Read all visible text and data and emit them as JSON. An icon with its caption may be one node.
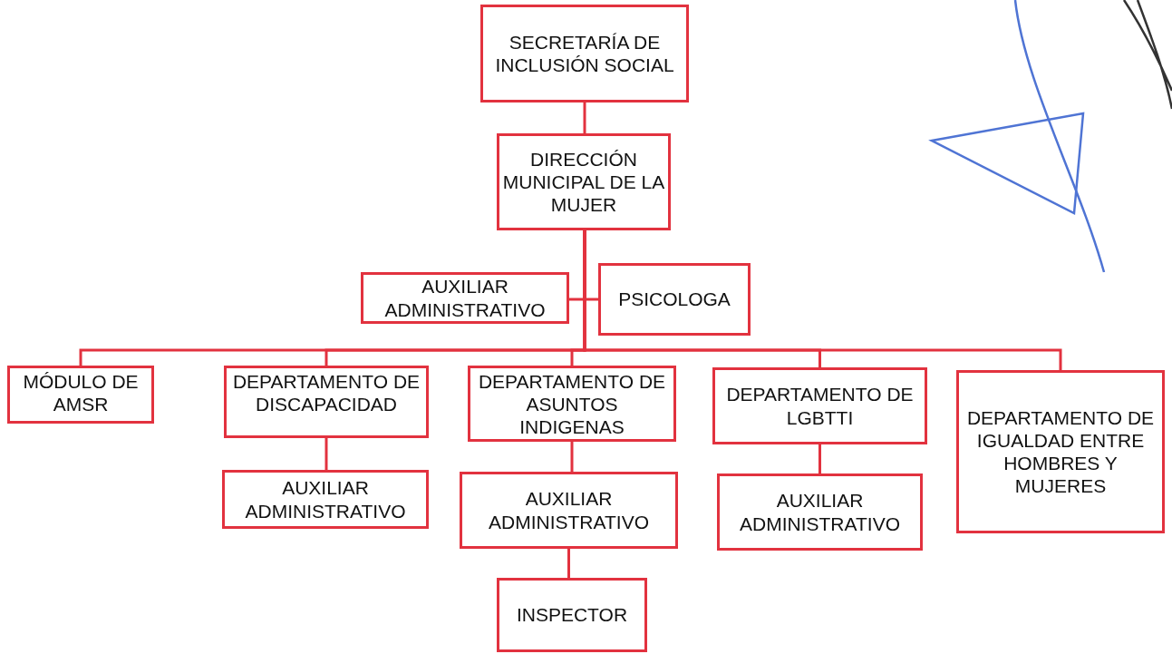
{
  "diagram": {
    "nodes": [
      {
        "text": [
          "SECRETARÍA DE INCLUSIÓN SOCIAL"
        ]
      },
      {
        "text": [
          "DIRECCIÓN MUNICIPAL DE LA MUJER"
        ]
      },
      {
        "text": [
          "AUXILIAR ADMINISTRATIVO"
        ]
      },
      {
        "text": [
          "PSICOLOGA"
        ]
      },
      {
        "text": [
          "MÓDULO DE AMSR"
        ]
      },
      {
        "text": [
          "DEPARTAMENTO DE DISCAPACIDAD"
        ]
      },
      {
        "text": [
          "DEPARTAMENTO DE ASUNTOS INDIGENAS"
        ]
      },
      {
        "text": [
          "DEPARTAMENTO DE LGBTTI"
        ]
      },
      {
        "text": [
          "DEPARTAMENTO DE IGUALDAD ENTRE HOMBRES Y MUJERES"
        ]
      },
      {
        "text": [
          "AUXILIAR ADMINISTRATIVO"
        ]
      },
      {
        "text": [
          "AUXILIAR ADMINISTRATIVO"
        ]
      },
      {
        "text": [
          "AUXILIAR ADMINISTRATIVO"
        ]
      },
      {
        "text": [
          "INSPECTOR"
        ]
      }
    ],
    "edges": [
      {
        "from": 0,
        "to": 1,
        "arrow": "none"
      },
      {
        "from": 1,
        "to": 2,
        "arrow": "none"
      },
      {
        "from": 1,
        "to": 3,
        "arrow": "none"
      },
      {
        "from": 1,
        "to": 4,
        "arrow": "none"
      },
      {
        "from": 1,
        "to": 5,
        "arrow": "none"
      },
      {
        "from": 1,
        "to": 6,
        "arrow": "none"
      },
      {
        "from": 1,
        "to": 7,
        "arrow": "none"
      },
      {
        "from": 1,
        "to": 8,
        "arrow": "none"
      },
      {
        "from": 5,
        "to": 9,
        "arrow": "none"
      },
      {
        "from": 6,
        "to": 10,
        "arrow": "none"
      },
      {
        "from": 7,
        "to": 11,
        "arrow": "none"
      },
      {
        "from": 10,
        "to": 12,
        "arrow": "none"
      }
    ]
  }
}
